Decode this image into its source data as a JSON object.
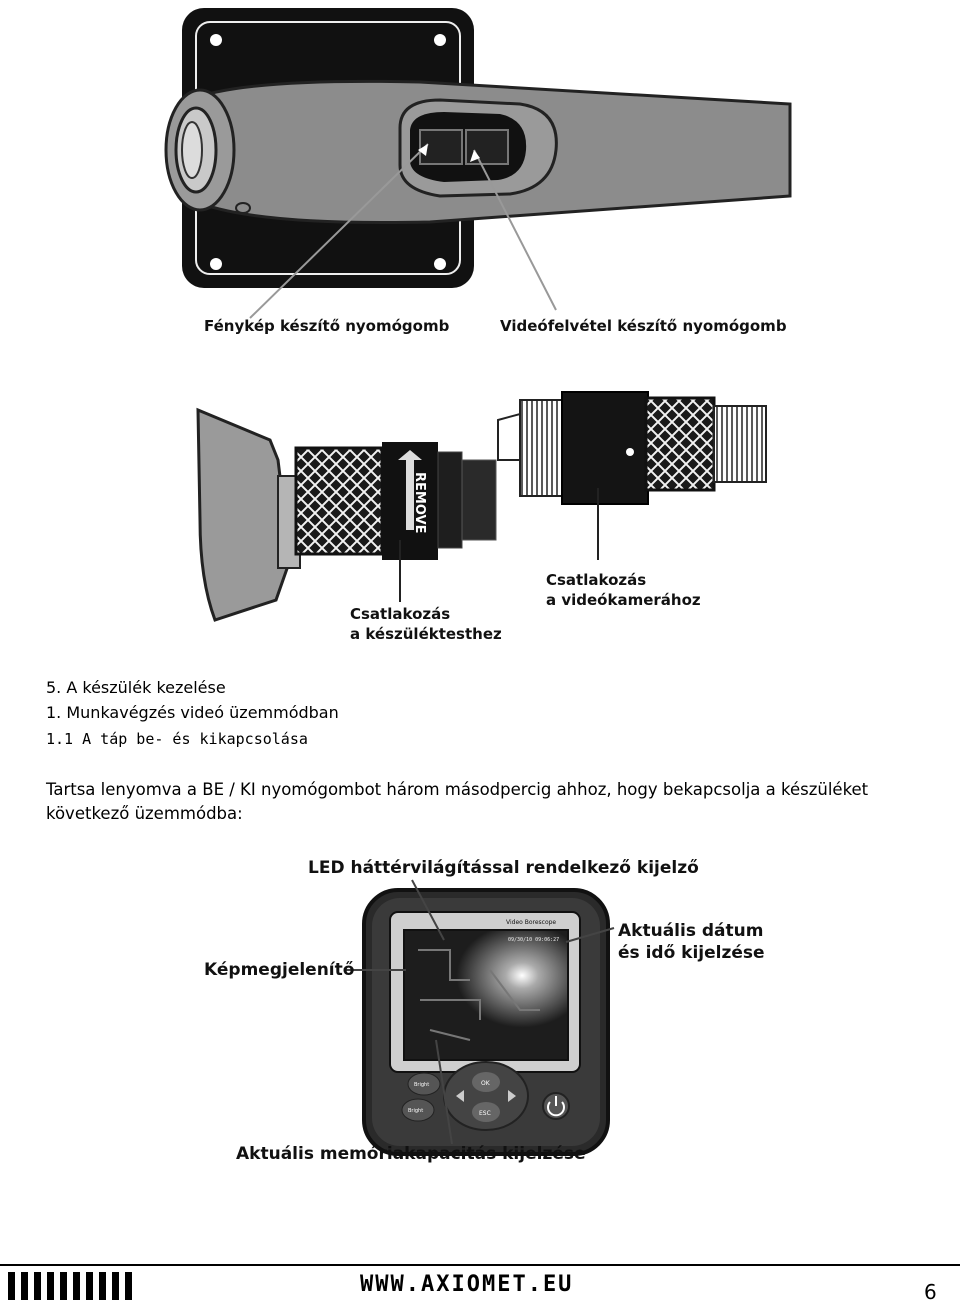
{
  "figure1": {
    "label_photo": "Fénykép készítő nyomógomb",
    "label_video": "Videófelvétel készítő nyomógomb"
  },
  "figure2": {
    "remove_text": "REMOVE",
    "label_device_line1": "Csatlakozás",
    "label_device_line2": "a készüléktesthez",
    "label_camera_line1": "Csatlakozás",
    "label_camera_line2": "a videókamerához"
  },
  "section": {
    "h1": "5. A készülék kezelése",
    "h2": "1. Munkavégzés videó üzemmódban",
    "h3": "1.1 A táp be- és kikapcsolása",
    "paragraph": "Tartsa lenyomva a BE / KI nyomógombot három másodpercig ahhoz, hogy bekapcsolja a készüléket következő üzemmódba:"
  },
  "figure3": {
    "label_led": "LED háttérvilágítással rendelkező kijelző",
    "label_date_line1": "Aktuális dátum",
    "label_date_line2": "és idő kijelzése",
    "label_display": "Képmegjelenítő",
    "label_memory": "Aktuális memóriakapacitás kijelzése",
    "screen_title": "Video Borescope",
    "screen_time": "09/30/10 09:06:27",
    "btn_ok": "OK",
    "btn_esc": "ESC",
    "btn_bright_up": "Bright",
    "btn_bright_down": "Bright"
  },
  "footer": {
    "url": "WWW.AXIOMET.EU",
    "page": "6"
  }
}
